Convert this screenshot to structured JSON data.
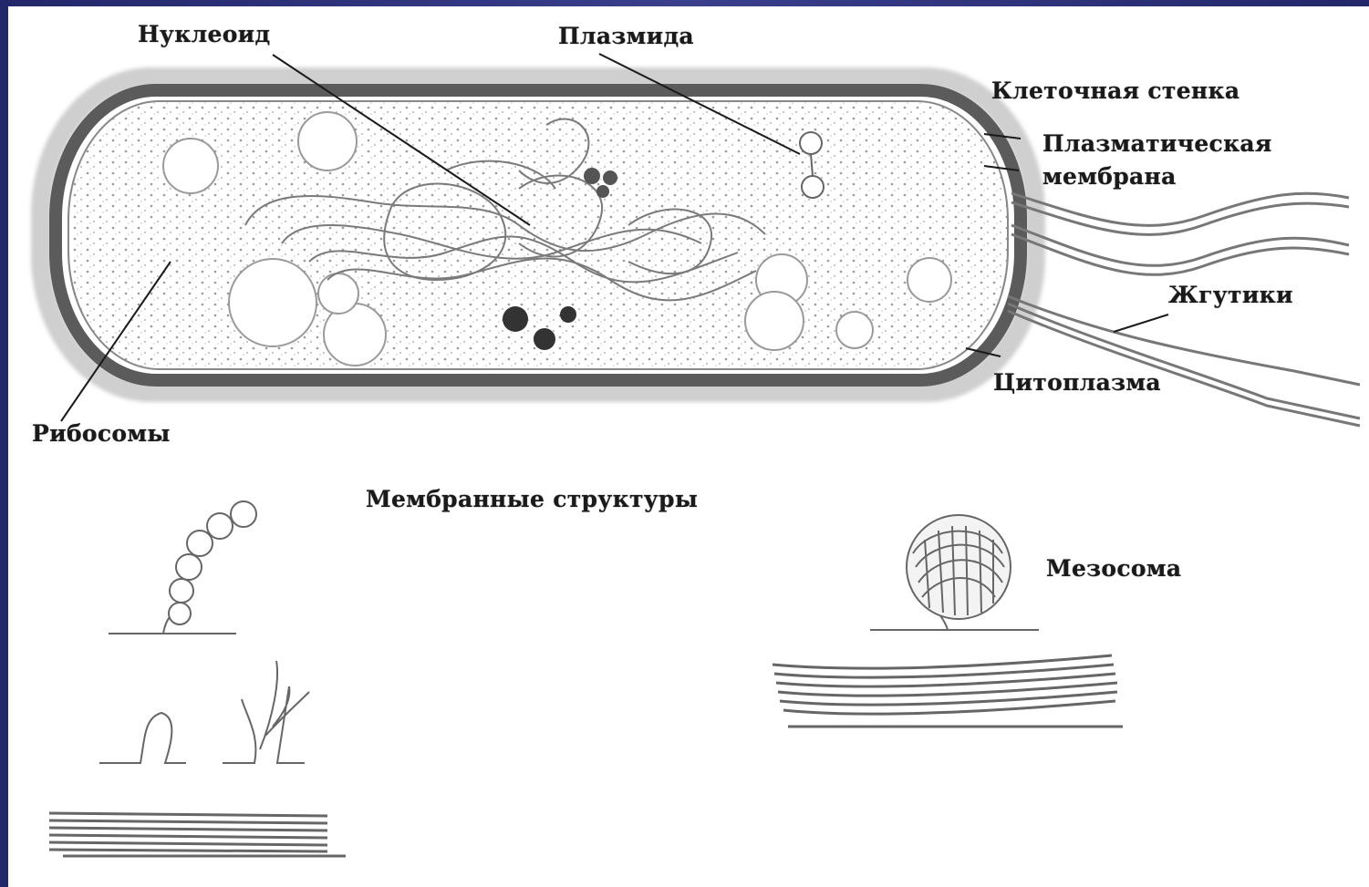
{
  "diagram": {
    "labels": {
      "nucleoid": "Нуклеоид",
      "plasmid": "Плазмида",
      "cell_wall": "Клеточная стенка",
      "plasma_membrane_line1": "Плазматическая",
      "plasma_membrane_line2": "мембрана",
      "flagella": "Жгутики",
      "cytoplasm": "Цитоплазма",
      "ribosomes": "Рибосомы",
      "membrane_structures": "Мембранные структуры",
      "mesosome": "Мезосома"
    }
  },
  "colors": {
    "frame": "#2a2f73",
    "background": "#ffffff",
    "ink": "#1a1a1a",
    "wall": "#555555"
  }
}
